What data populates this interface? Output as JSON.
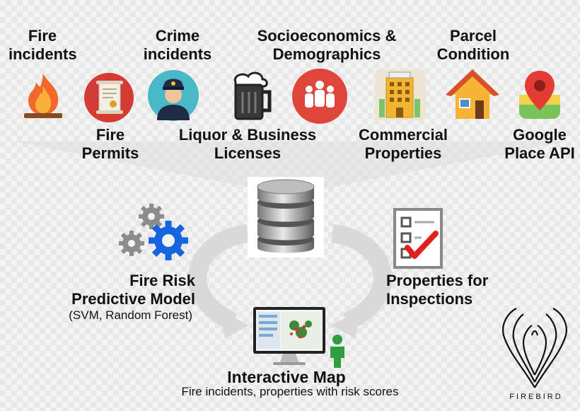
{
  "sources": [
    {
      "id": "fire-incidents",
      "label": "Fire\nincidents",
      "icon": "fire-icon"
    },
    {
      "id": "fire-permits",
      "label": "Fire\nPermits",
      "icon": "permit-scroll-icon"
    },
    {
      "id": "crime-incidents",
      "label": "Crime\nincidents",
      "icon": "police-officer-icon"
    },
    {
      "id": "liquor-business-licenses",
      "label": "Liquor & Business\nLicenses",
      "icon": "beer-mug-icon"
    },
    {
      "id": "socioeconomics-demographics",
      "label": "Socioeconomics &\nDemographics",
      "icon": "people-group-icon"
    },
    {
      "id": "commercial-properties",
      "label": "Commercial\nProperties",
      "icon": "hotel-building-icon"
    },
    {
      "id": "parcel-condition",
      "label": "Parcel\nCondition",
      "icon": "house-icon"
    },
    {
      "id": "google-place-api",
      "label": "Google\nPlace API",
      "icon": "map-pin-icon"
    }
  ],
  "center": {
    "icon": "database-icon"
  },
  "model": {
    "title": "Fire Risk\nPredictive Model",
    "subtitle": "(SVM, Random Forest)",
    "icon": "gears-icon"
  },
  "inspections": {
    "title": "Properties for\nInspections",
    "icon": "checklist-icon"
  },
  "map": {
    "title": "Interactive Map",
    "subtitle": "Fire incidents, properties with risk scores",
    "icon": "computer-map-icon",
    "person_icon": "person-icon"
  },
  "brand": {
    "name": "FIREBIRD",
    "icon": "firebird-logo-icon"
  },
  "colors": {
    "accent_blue": "#1565e0",
    "red": "#e0453c",
    "green": "#2e9e3f",
    "gear_gray": "#8c8c8c",
    "arrow_gray": "#d7d7d7"
  }
}
